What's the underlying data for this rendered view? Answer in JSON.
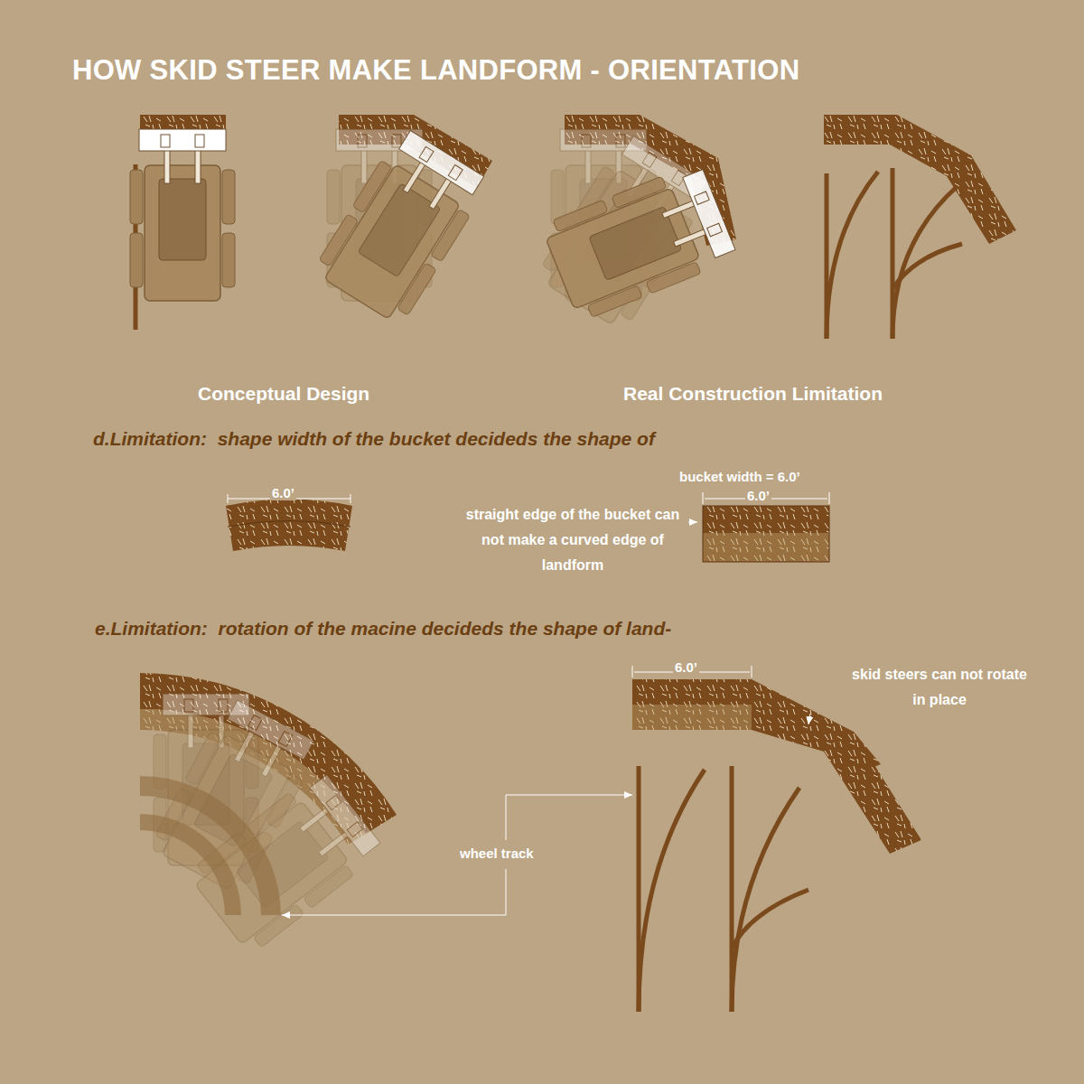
{
  "diagram": {
    "title": "HOW SKID STEER MAKE LANDFORM - ORIENTATION",
    "labels": [
      "Conceptual Design",
      "Real Construction Limitation",
      "d.Limitation:  shape width of the bucket decideds the shape of",
      "6.0’",
      "bucket width = 6.0’",
      "6.0’",
      "straight edge of the bucket can not make a curved edge of landform",
      "e.Limitation:  rotation of the macine decideds the shape of land-",
      "6.0’",
      "skid steers can not rotate in place",
      "wheel track"
    ]
  }
}
